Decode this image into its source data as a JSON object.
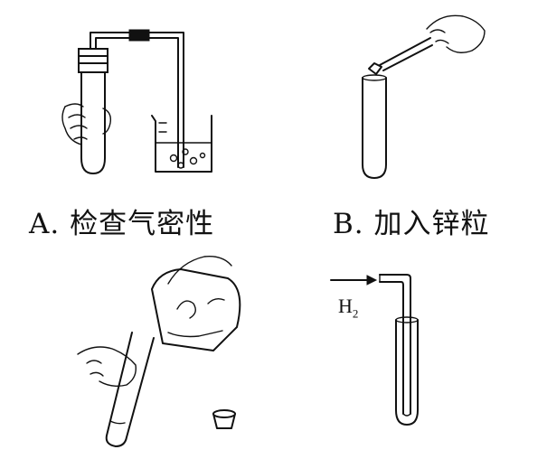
{
  "panels": [
    {
      "id": "A",
      "caption": "A. 检查气密性"
    },
    {
      "id": "B",
      "caption": "B. 加入锌粒"
    },
    {
      "id": "C",
      "caption": ""
    },
    {
      "id": "D",
      "caption": "",
      "gas_label_main": "H",
      "gas_label_sub": "2"
    }
  ],
  "icons": [
    "test-tube-icon",
    "beaker-icon",
    "hand-icon",
    "tweezers-icon",
    "zinc-granule-icon",
    "bottle-icon",
    "stopper-icon",
    "arrow-icon",
    "gas-tube-icon"
  ]
}
